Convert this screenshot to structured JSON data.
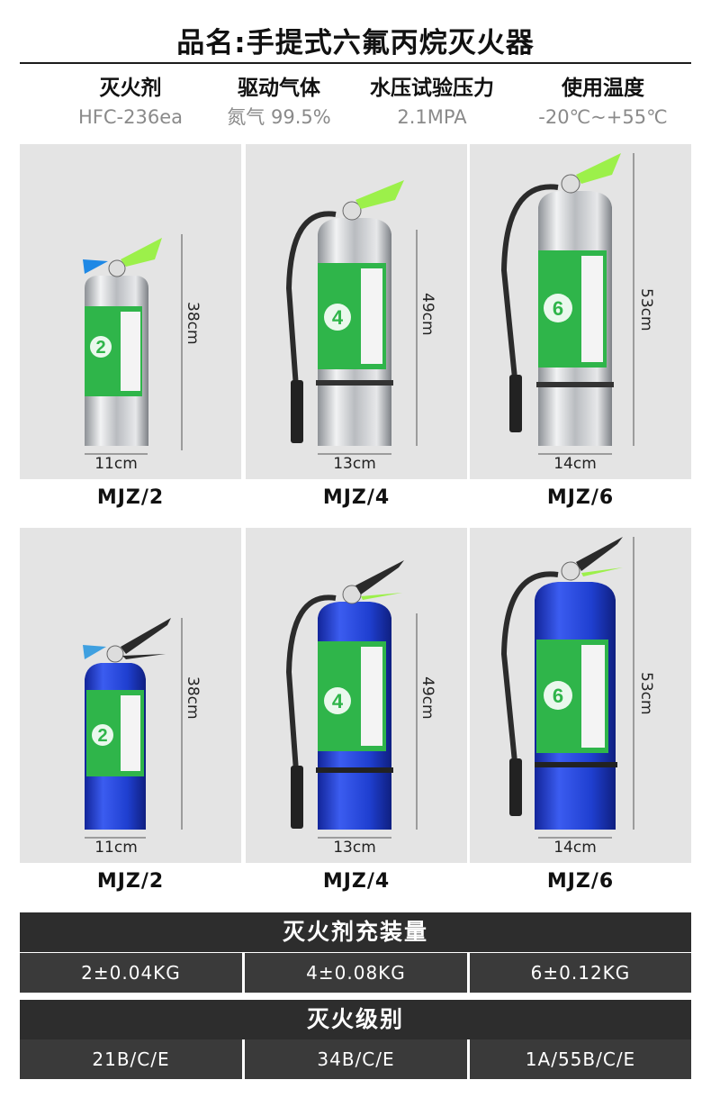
{
  "product_title": "品名:手提式六氟丙烷灭火器",
  "specs": [
    {
      "label": "灭火剂",
      "value": "HFC-236ea"
    },
    {
      "label": "驱动气体",
      "value": "氮气 99.5%"
    },
    {
      "label": "水压试验压力",
      "value": "2.1MPA"
    },
    {
      "label": "使用温度",
      "value": "-20℃~+55℃"
    }
  ],
  "steel_row": [
    {
      "model": "MJZ/2",
      "height": "38cm",
      "width": "11cm",
      "label_number": "2"
    },
    {
      "model": "MJZ/4",
      "height": "49cm",
      "width": "13cm",
      "label_number": "4"
    },
    {
      "model": "MJZ/6",
      "height": "53cm",
      "width": "14cm",
      "label_number": "6"
    }
  ],
  "blue_row": [
    {
      "model": "MJZ/2",
      "height": "38cm",
      "width": "11cm",
      "label_number": "2"
    },
    {
      "model": "MJZ/4",
      "height": "49cm",
      "width": "13cm",
      "label_number": "4"
    },
    {
      "model": "MJZ/6",
      "height": "53cm",
      "width": "14cm",
      "label_number": "6"
    }
  ],
  "fill_table": {
    "heading": "灭火剂充装量",
    "cells": [
      "2±0.04KG",
      "4±0.08KG",
      "6±0.12KG"
    ]
  },
  "rating_table": {
    "heading": "灭火级别",
    "cells": [
      "21B/C/E",
      "34B/C/E",
      "1A/55B/C/E"
    ]
  },
  "colors": {
    "panel_bg": "#e4e4e4",
    "steel_body": "#c9ccd0",
    "blue_body": "#1f3fd0",
    "label_green": "#2fb54a",
    "handle_green": "#9cf04a",
    "table_dark": "#2d2d2d",
    "table_cell": "#3a3a3a"
  }
}
